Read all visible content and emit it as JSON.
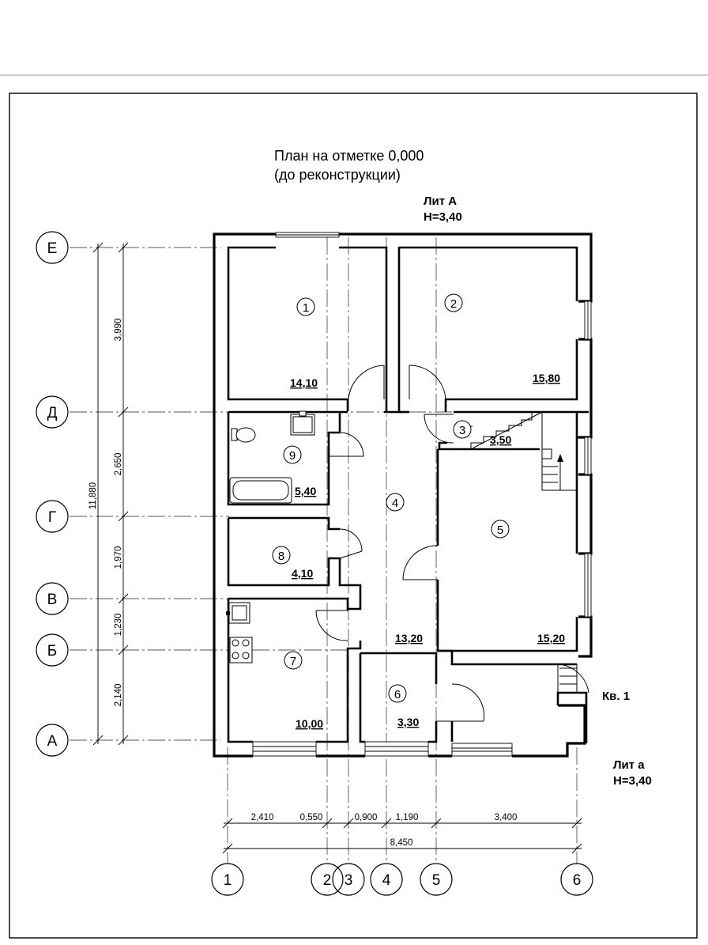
{
  "title": {
    "line1": "План на отметке 0,000",
    "line2": "(до реконструкции)"
  },
  "lit_main": {
    "name": "Лит А",
    "height": "H=3,40"
  },
  "lit_annex": {
    "name": "Лит а",
    "height": "H=3,40"
  },
  "apartment_label": "Кв. 1",
  "axes_letters": [
    "Е",
    "Д",
    "Г",
    "В",
    "Б",
    "А"
  ],
  "axes_numbers": [
    "1",
    "2",
    "3",
    "4",
    "5",
    "6"
  ],
  "rooms": [
    {
      "num": "1",
      "area": "14,10"
    },
    {
      "num": "2",
      "area": "15,80"
    },
    {
      "num": "3",
      "area": "3,50"
    },
    {
      "num": "4",
      "area": "13,20"
    },
    {
      "num": "5",
      "area": "15,20"
    },
    {
      "num": "6",
      "area": "3,30"
    },
    {
      "num": "7",
      "area": "10,00"
    },
    {
      "num": "8",
      "area": "4,10"
    },
    {
      "num": "9",
      "area": "5,40"
    }
  ],
  "dims_vertical_segments": [
    "3,990",
    "2,650",
    "1,970",
    "1,230",
    "2,140"
  ],
  "dims_vertical_total": "11,880",
  "dims_horizontal_segments": [
    "2,410",
    "0,550",
    "0,900",
    "1,190",
    "3,400"
  ],
  "dims_horizontal_total": "8,450"
}
